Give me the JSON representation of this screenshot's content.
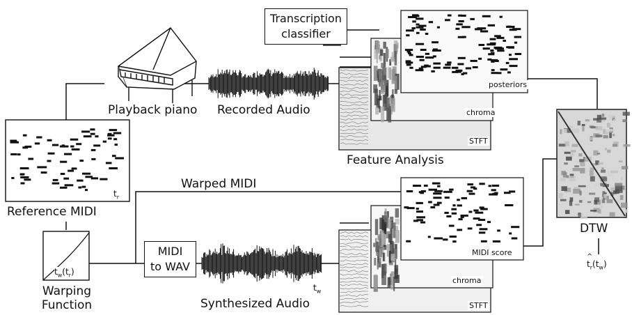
{
  "labels": {
    "playback_piano": "Playback piano",
    "recorded_audio": "Recorded Audio",
    "transcription_line1": "Transcription",
    "transcription_line2": "classifier",
    "posteriors": "posteriors",
    "chroma_top": "chroma",
    "stft_top": "STFT",
    "feature_analysis": "Feature Analysis",
    "reference_midi": "Reference MIDI",
    "t_r": "t",
    "t_r_sub": "r",
    "warped_midi": "Warped MIDI",
    "midi_to_wav_line1": "MIDI",
    "midi_to_wav_line2": "to WAV",
    "synthesized_audio": "Synthesized Audio",
    "t_w": "t",
    "t_w_sub": "w",
    "warping_line1": "Warping",
    "warping_line2": "Function",
    "warping_curve_label": "t",
    "warping_curve_sub1": "w",
    "warping_curve_paren": "(t",
    "warping_curve_sub2": "r",
    "warping_curve_close": ")",
    "midi_score": "MIDI score",
    "chroma_bottom": "chroma",
    "stft_bottom": "STFT",
    "dtw": "DTW",
    "dtw_output_hat": "^",
    "dtw_output_t": "t",
    "dtw_output_sub_r": "r",
    "dtw_output_paren": "(t",
    "dtw_output_sub_w": "w",
    "dtw_output_close": ")"
  }
}
